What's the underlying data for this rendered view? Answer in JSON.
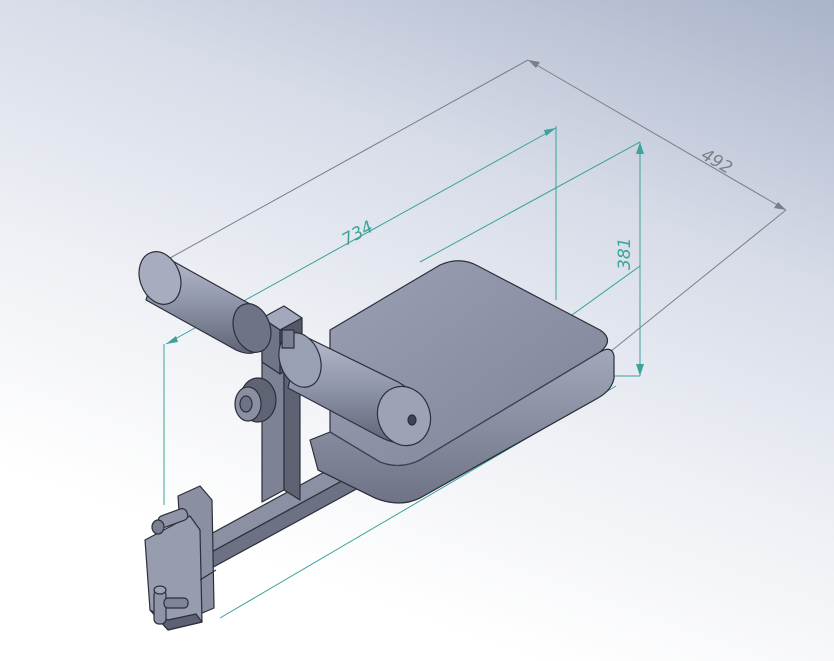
{
  "model": {
    "dimensions": [
      {
        "name": "length",
        "value": "734",
        "color": "#3aa39a"
      },
      {
        "name": "width",
        "value": "492",
        "color": "#7a7f88"
      },
      {
        "name": "height",
        "value": "381",
        "color": "#3aa39a"
      }
    ]
  },
  "colors": {
    "part_fill": "#9aa0b4",
    "part_dark": "#6e7385",
    "edge": "#2c2f3a",
    "dim_teal": "#3aa39a",
    "dim_gray": "#7a7f88"
  }
}
